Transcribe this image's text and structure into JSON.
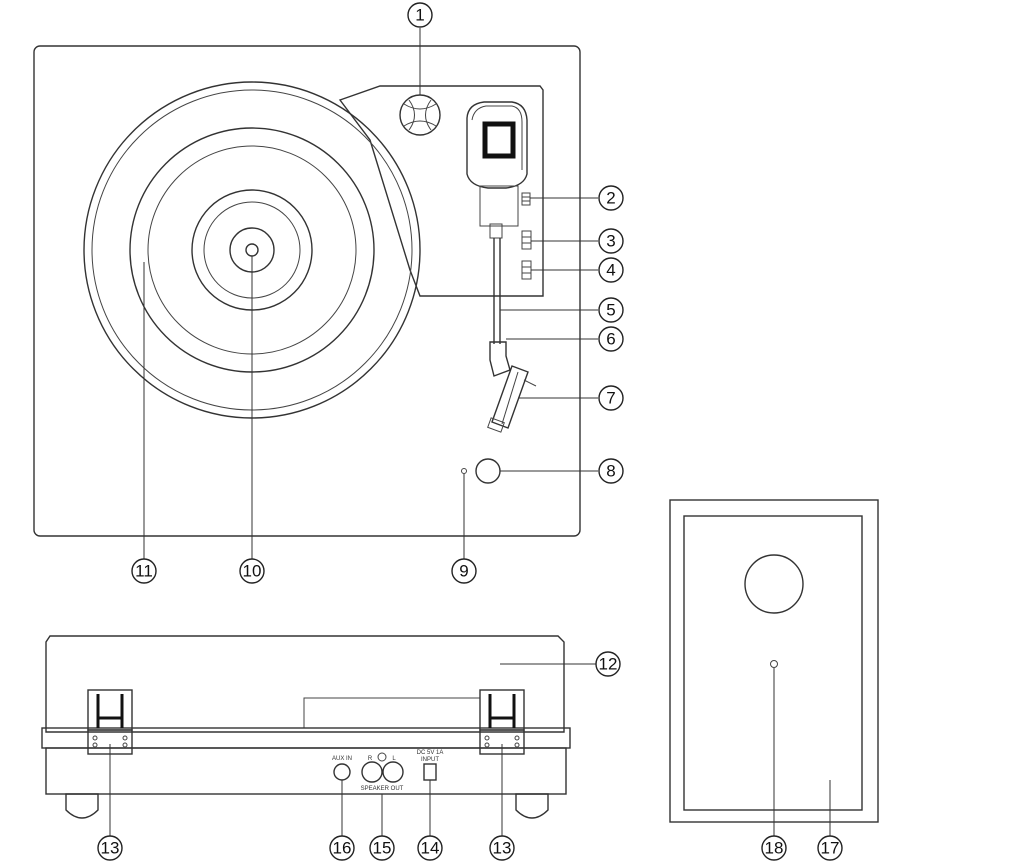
{
  "callouts": {
    "c1": "1",
    "c2": "2",
    "c3": "3",
    "c4": "4",
    "c5": "5",
    "c6": "6",
    "c7": "7",
    "c8": "8",
    "c9": "9",
    "c10": "10",
    "c11": "11",
    "c12": "12",
    "c13a": "13",
    "c13b": "13",
    "c14": "14",
    "c15": "15",
    "c16": "16",
    "c17": "17",
    "c18": "18"
  },
  "rear_panel": {
    "aux_in": "AUX IN",
    "right": "R",
    "left": "L",
    "speaker_out": "SPEAKER OUT",
    "dc_in_line1": "DC 5V  1A",
    "dc_in_line2": "INPUT"
  }
}
